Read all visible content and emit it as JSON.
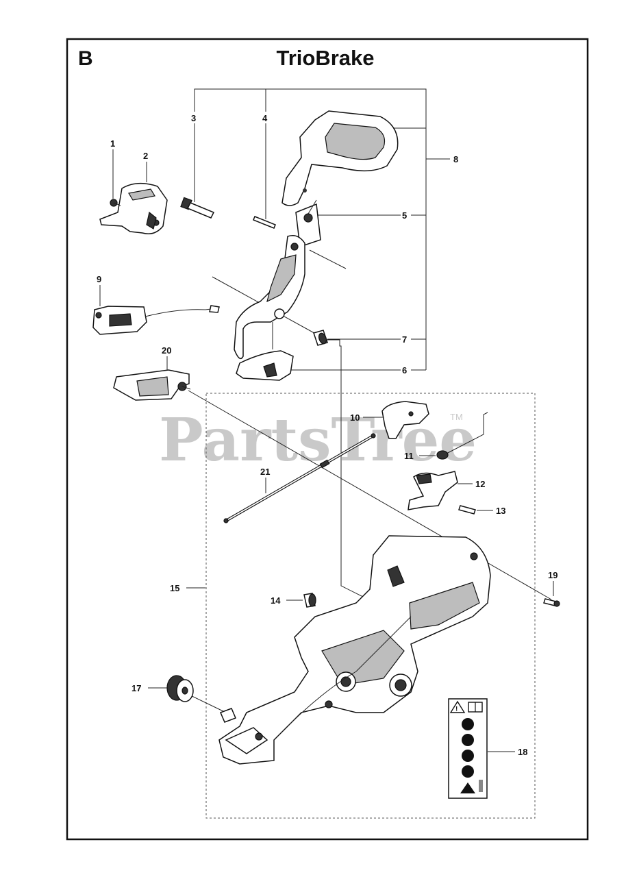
{
  "header": {
    "section_letter": "B",
    "title": "TrioBrake"
  },
  "watermark": {
    "text": "PartsTree",
    "trademark": "TM"
  },
  "callouts": [
    {
      "id": "c1",
      "label": "1"
    },
    {
      "id": "c2",
      "label": "2"
    },
    {
      "id": "c3",
      "label": "3"
    },
    {
      "id": "c4",
      "label": "4"
    },
    {
      "id": "c5",
      "label": "5"
    },
    {
      "id": "c6",
      "label": "6"
    },
    {
      "id": "c7",
      "label": "7"
    },
    {
      "id": "c8",
      "label": "8"
    },
    {
      "id": "c9",
      "label": "9"
    },
    {
      "id": "c10",
      "label": "10"
    },
    {
      "id": "c11",
      "label": "11"
    },
    {
      "id": "c12",
      "label": "12"
    },
    {
      "id": "c13",
      "label": "13"
    },
    {
      "id": "c14",
      "label": "14"
    },
    {
      "id": "c15",
      "label": "15"
    },
    {
      "id": "c17",
      "label": "17"
    },
    {
      "id": "c18",
      "label": "18"
    },
    {
      "id": "c19",
      "label": "19"
    },
    {
      "id": "c20",
      "label": "20"
    },
    {
      "id": "c21",
      "label": "21"
    }
  ],
  "colors": {
    "line": "#111111",
    "watermark": "#c9c9c9",
    "background": "#ffffff"
  }
}
